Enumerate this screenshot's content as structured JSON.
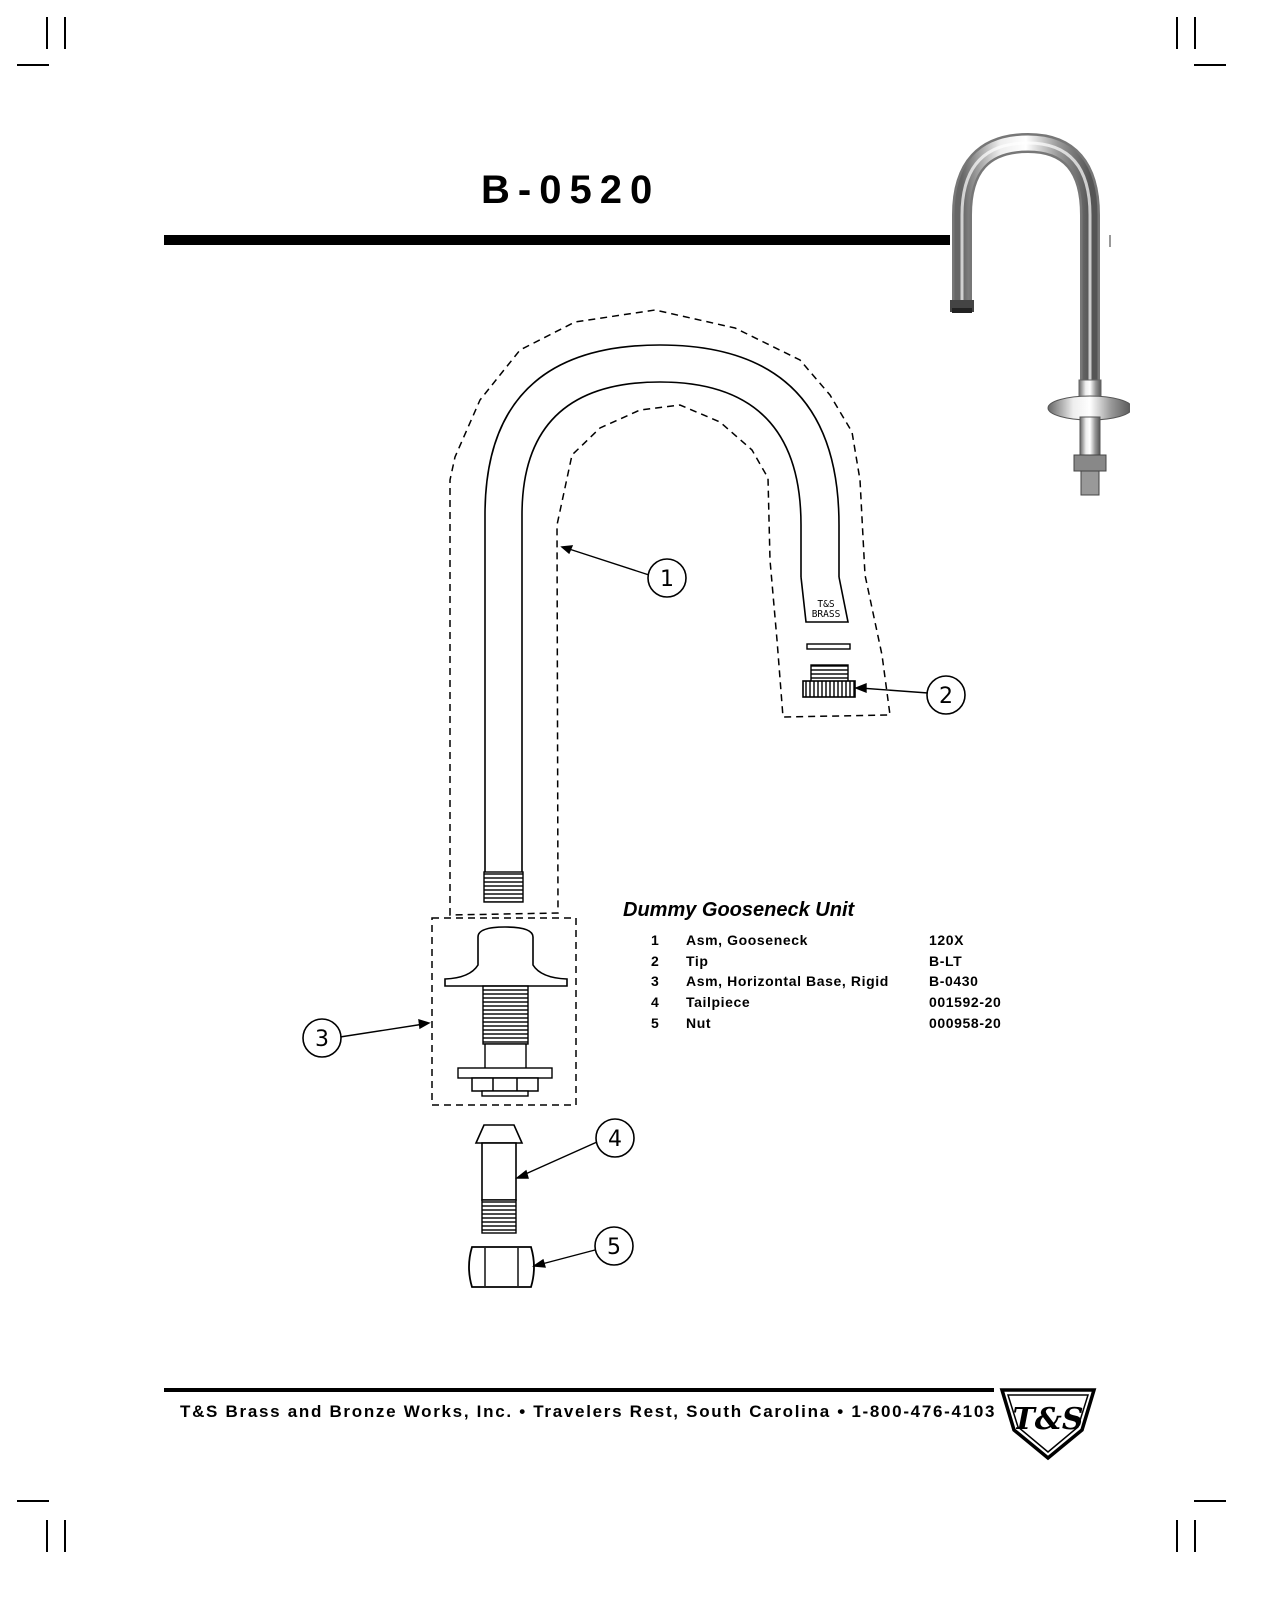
{
  "page": {
    "title": "B-0520",
    "parts_title": "Dummy Gooseneck Unit",
    "footer": "T&S Brass and Bronze Works, Inc. • Travelers Rest, South Carolina • 1-800-476-4103",
    "logo_text": "T&S"
  },
  "diagram": {
    "callouts": [
      "1",
      "2",
      "3",
      "4",
      "5"
    ],
    "stamp": [
      "T&S",
      "BRASS"
    ]
  },
  "parts": [
    {
      "num": "1",
      "desc": "Asm, Gooseneck",
      "code": "120X",
      "indent": false
    },
    {
      "num": "2",
      "desc": "Tip",
      "code": "B-LT",
      "indent": true
    },
    {
      "num": "3",
      "desc": "Asm, Horizontal Base, Rigid",
      "code": "B-0430",
      "indent": false
    },
    {
      "num": "4",
      "desc": "Tailpiece",
      "code": "001592-20",
      "indent": false
    },
    {
      "num": "5",
      "desc": "Nut",
      "code": "000958-20",
      "indent": false
    }
  ]
}
